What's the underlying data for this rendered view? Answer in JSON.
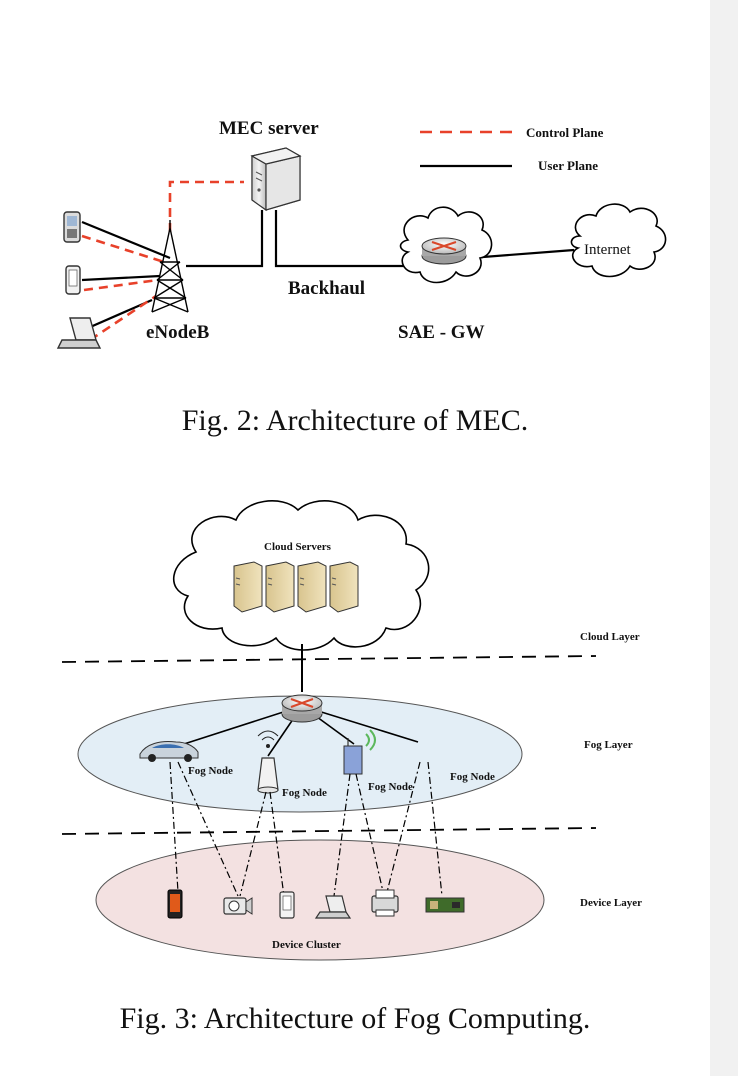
{
  "figures": {
    "mec": {
      "caption": "Fig. 2: Architecture of MEC.",
      "labels": {
        "mec_server": "MEC server",
        "enodeb": "eNodeB",
        "backhaul": "Backhaul",
        "sae_gw": "SAE - GW",
        "internet": "Internet"
      },
      "legend": {
        "control_plane": "Control Plane",
        "user_plane": "User Plane"
      },
      "colors": {
        "control_plane": "#e8412a",
        "user_plane": "#000000"
      }
    },
    "fog": {
      "caption": "Fig. 3: Architecture of Fog Computing.",
      "labels": {
        "cloud_servers": "Cloud Servers",
        "cloud_layer": "Cloud Layer",
        "fog_layer": "Fog Layer",
        "device_layer": "Device Layer",
        "device_cluster": "Device Cluster",
        "fog_node": "Fog Node"
      },
      "colors": {
        "fog_ellipse": "#e3eef6",
        "device_ellipse": "#f3e1e1",
        "server": "#e7d6a8"
      }
    }
  }
}
